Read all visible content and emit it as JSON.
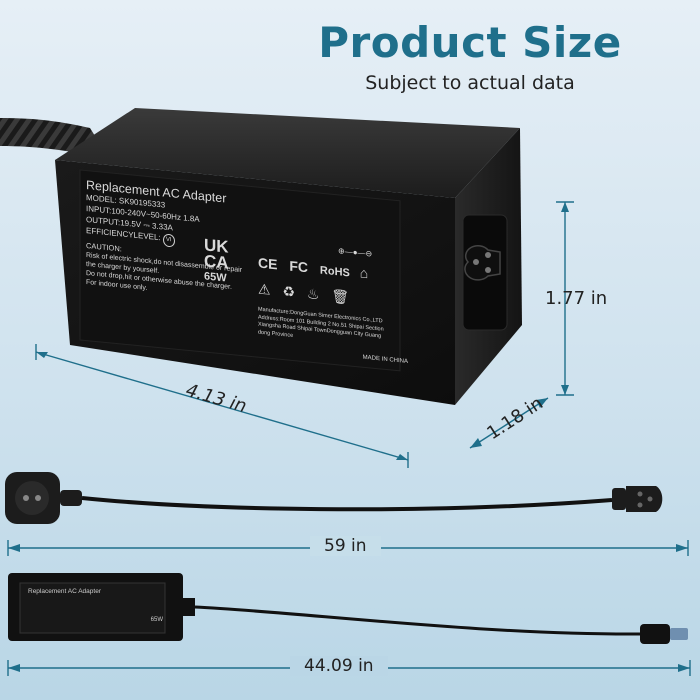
{
  "header": {
    "title": "Product Size",
    "subtitle": "Subject to actual data"
  },
  "dimensions": {
    "length": "4.13 in",
    "width": "1.18 in",
    "height": "1.77 in",
    "cable_total": "59 in",
    "dc_cable": "44.09 in"
  },
  "label": {
    "heading": "Replacement AC Adapter",
    "model": "MODEL: SK90195333",
    "input": "INPUT:100-240V~50-60Hz 1.8A",
    "output": "OUTPUT:19.5V ⎓ 3.33A",
    "efficiency": "EFFICIENCYLEVEL:",
    "efficiency_mark": "VI",
    "caution": "CAUTION:",
    "caution_line1": "Risk of electric shock,do not disassemble or repair",
    "caution_line2": "the charger by yourself.",
    "caution_line3": "Do not drop,hit or otherwise abuse the charger.",
    "caution_line4": "For indoor use only.",
    "ukca_top": "UK",
    "ukca_bottom": "CA",
    "wattage": "65W",
    "ce": "CE",
    "fc": "FC",
    "rohs": "RoHS",
    "manufacturer1": "Manufacture:DongGuan Simer Electronics Co.,LTD",
    "manufacturer2": "Address:Room 101 Building 2 No.51 Shipai Section",
    "manufacturer3": "Xiangsha Road Shipai TownDongguan City Guang",
    "manufacturer4": "dong Province",
    "made_in": "MADE IN CHINA",
    "mini_heading": "Replacement AC Adapter",
    "mini_wattage": "65W"
  }
}
